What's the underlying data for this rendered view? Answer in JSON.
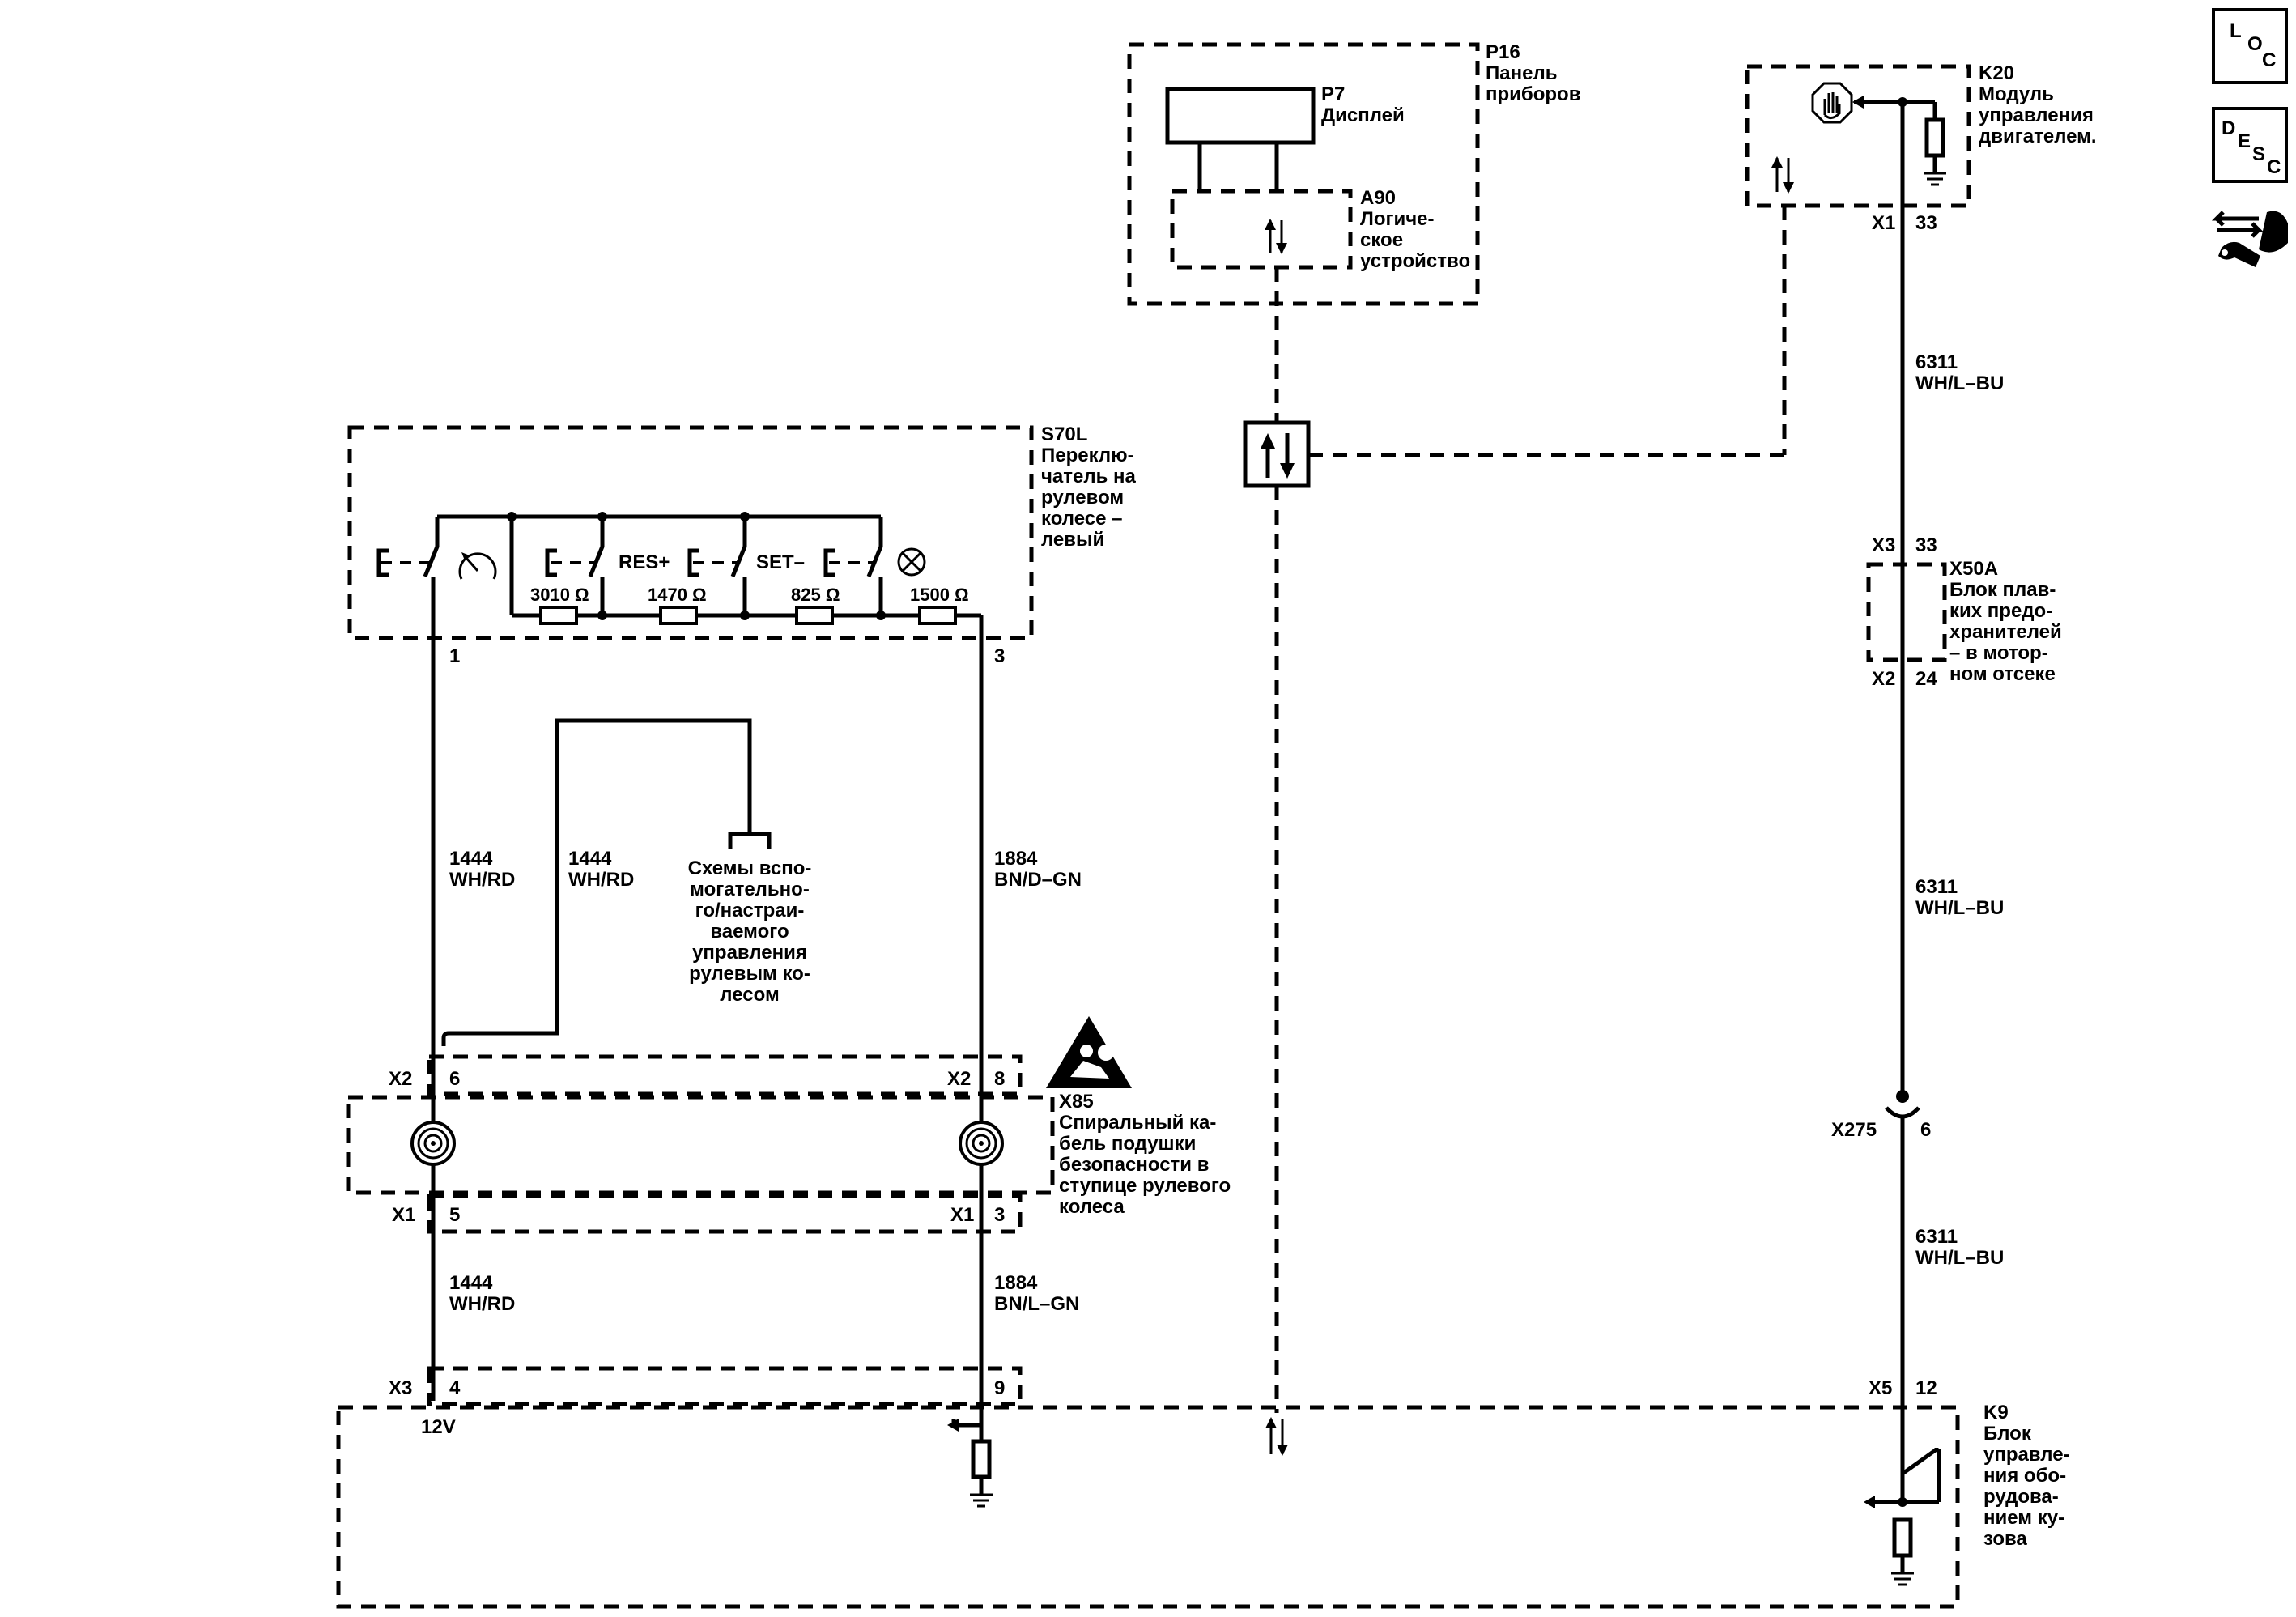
{
  "components": {
    "p16": {
      "ref": "P16",
      "lines": [
        "Панель",
        "приборов"
      ]
    },
    "p7": {
      "ref": "P7",
      "lines": [
        "Дисплей"
      ]
    },
    "a90": {
      "ref": "A90",
      "lines": [
        "Логиче-",
        "ское",
        "устройство"
      ]
    },
    "k20": {
      "ref": "K20",
      "lines": [
        "Модуль",
        "управления",
        "двигателем."
      ]
    },
    "s70l": {
      "ref": "S70L",
      "lines": [
        "Переклю-",
        "чатель на",
        "рулевом",
        "колесе –",
        "левый"
      ]
    },
    "x50a": {
      "ref": "X50A",
      "lines": [
        "Блок плав-",
        "ких предо-",
        "хранителей",
        "– в мотор-",
        "ном отсеке"
      ]
    },
    "x85": {
      "ref": "X85",
      "lines": [
        "Спиральный ка-",
        "бель подушки",
        "безопасности в",
        "ступице рулевого",
        "колеса"
      ]
    },
    "k9": {
      "ref": "K9",
      "lines": [
        "Блок",
        "управле-",
        "ния обо-",
        "рудова-",
        "нием ку-",
        "зова"
      ]
    },
    "aux_note": {
      "lines": [
        "Схемы вспо-",
        "могательно-",
        "го/настраи-",
        "ваемого",
        "управления",
        "рулевым ко-",
        "лесом"
      ]
    }
  },
  "switch_labels": {
    "res": "RES+",
    "set": "SET–"
  },
  "resistors": [
    "3010 Ω",
    "1470 Ω",
    "825 Ω",
    "1500 Ω"
  ],
  "wires": {
    "w1444a": {
      "num": "1444",
      "color": "WH/RD"
    },
    "w1444b": {
      "num": "1444",
      "color": "WH/RD"
    },
    "w1884a": {
      "num": "1884",
      "color": "BN/D–GN"
    },
    "w1444c": {
      "num": "1444",
      "color": "WH/RD"
    },
    "w1884b": {
      "num": "1884",
      "color": "BN/L–GN"
    },
    "w6311a": {
      "num": "6311",
      "color": "WH/L–BU"
    },
    "w6311b": {
      "num": "6311",
      "color": "WH/L–BU"
    },
    "w6311c": {
      "num": "6311",
      "color": "WH/L–BU"
    }
  },
  "pins": {
    "s70l_1": "1",
    "s70l_3": "3",
    "x85_x2": "X2",
    "x85_x2_6": "6",
    "x85_x2b": "X2",
    "x85_x2_8": "8",
    "x85_x1": "X1",
    "x85_x1_5": "5",
    "x85_x1b": "X1",
    "x85_x1_3": "3",
    "k9_x3": "X3",
    "k9_x3_4": "4",
    "k9_x3_9": "9",
    "k9_12v": "12V",
    "k20_x1": "X1",
    "k20_33": "33",
    "x50a_x3": "X3",
    "x50a_33": "33",
    "x50a_x2": "X2",
    "x50a_24": "24",
    "x275": "X275",
    "x275_6": "6",
    "k9_x5": "X5",
    "k9_12": "12"
  },
  "nav": {
    "loc": {
      "l1": "L",
      "l2": "O",
      "l3": "C"
    },
    "desc": {
      "l1": "D",
      "l2": "E",
      "l3": "S",
      "l4": "C"
    }
  }
}
